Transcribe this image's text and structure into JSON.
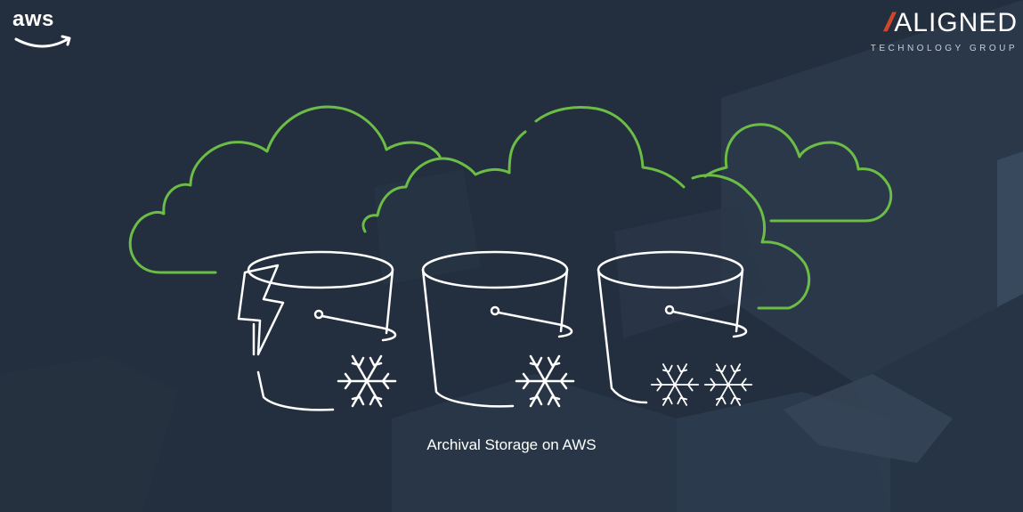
{
  "header": {
    "aws_logo_text": "aws",
    "partner_logo_slashes": "//",
    "partner_logo_name": "ALIGNED",
    "partner_logo_subtitle": "TECHNOLOGY GROUP"
  },
  "main": {
    "caption": "Archival Storage on AWS"
  },
  "colors": {
    "background": "#232f3e",
    "cloud_stroke": "#6cbd45",
    "icon_stroke": "#ffffff",
    "brand_accent": "#d9472b"
  },
  "icons": [
    "aws-logo",
    "cloud-icon",
    "bucket-icon",
    "lightning-bolt-icon",
    "snowflake-icon"
  ]
}
